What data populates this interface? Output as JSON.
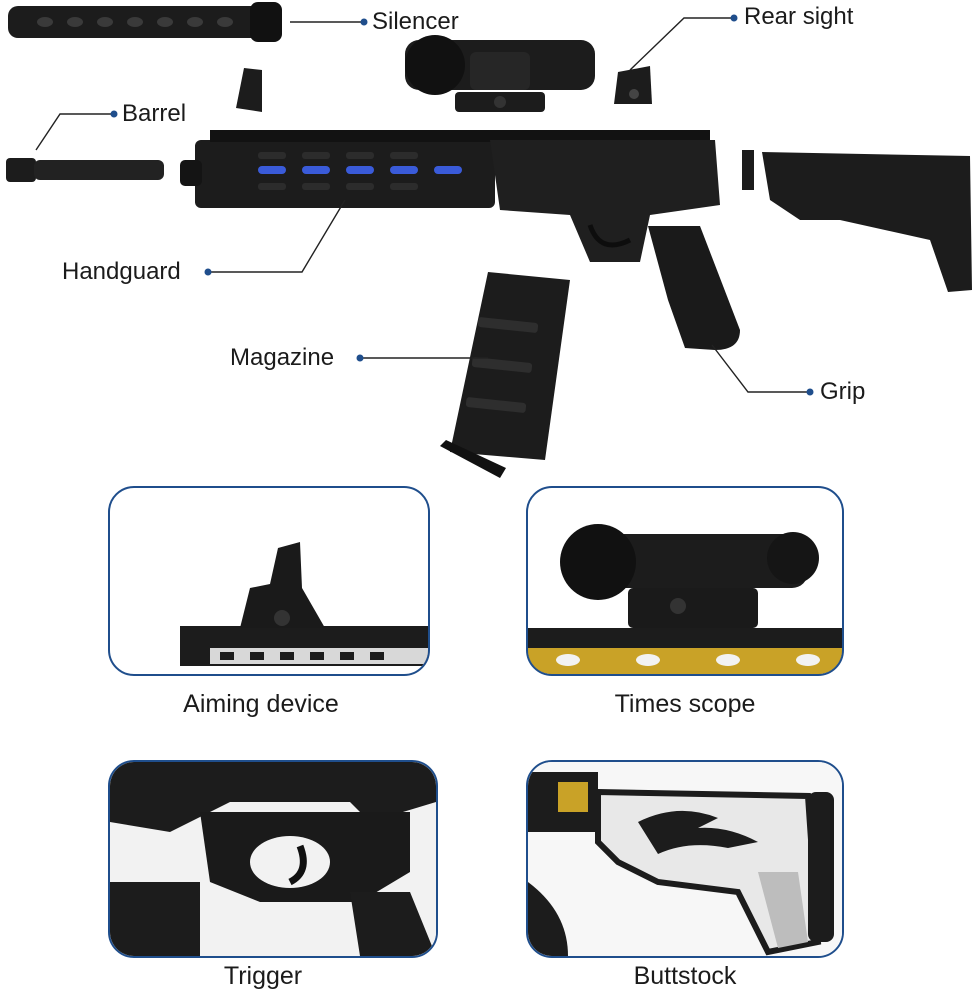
{
  "callouts": {
    "silencer": "Silencer",
    "rear_sight": "Rear sight",
    "barrel": "Barrel",
    "handguard": "Handguard",
    "magazine": "Magazine",
    "grip": "Grip"
  },
  "details": [
    {
      "caption": "Aiming device"
    },
    {
      "caption": "Times scope"
    },
    {
      "caption": "Trigger"
    },
    {
      "caption": "Buttstock"
    }
  ],
  "colors": {
    "leader_dot": "#1f4e8c",
    "panel_border": "#1f4e8c",
    "gun_body": "#1c1c1c",
    "accent_blue": "#3a5bd9",
    "accent_gold": "#c9a227"
  }
}
